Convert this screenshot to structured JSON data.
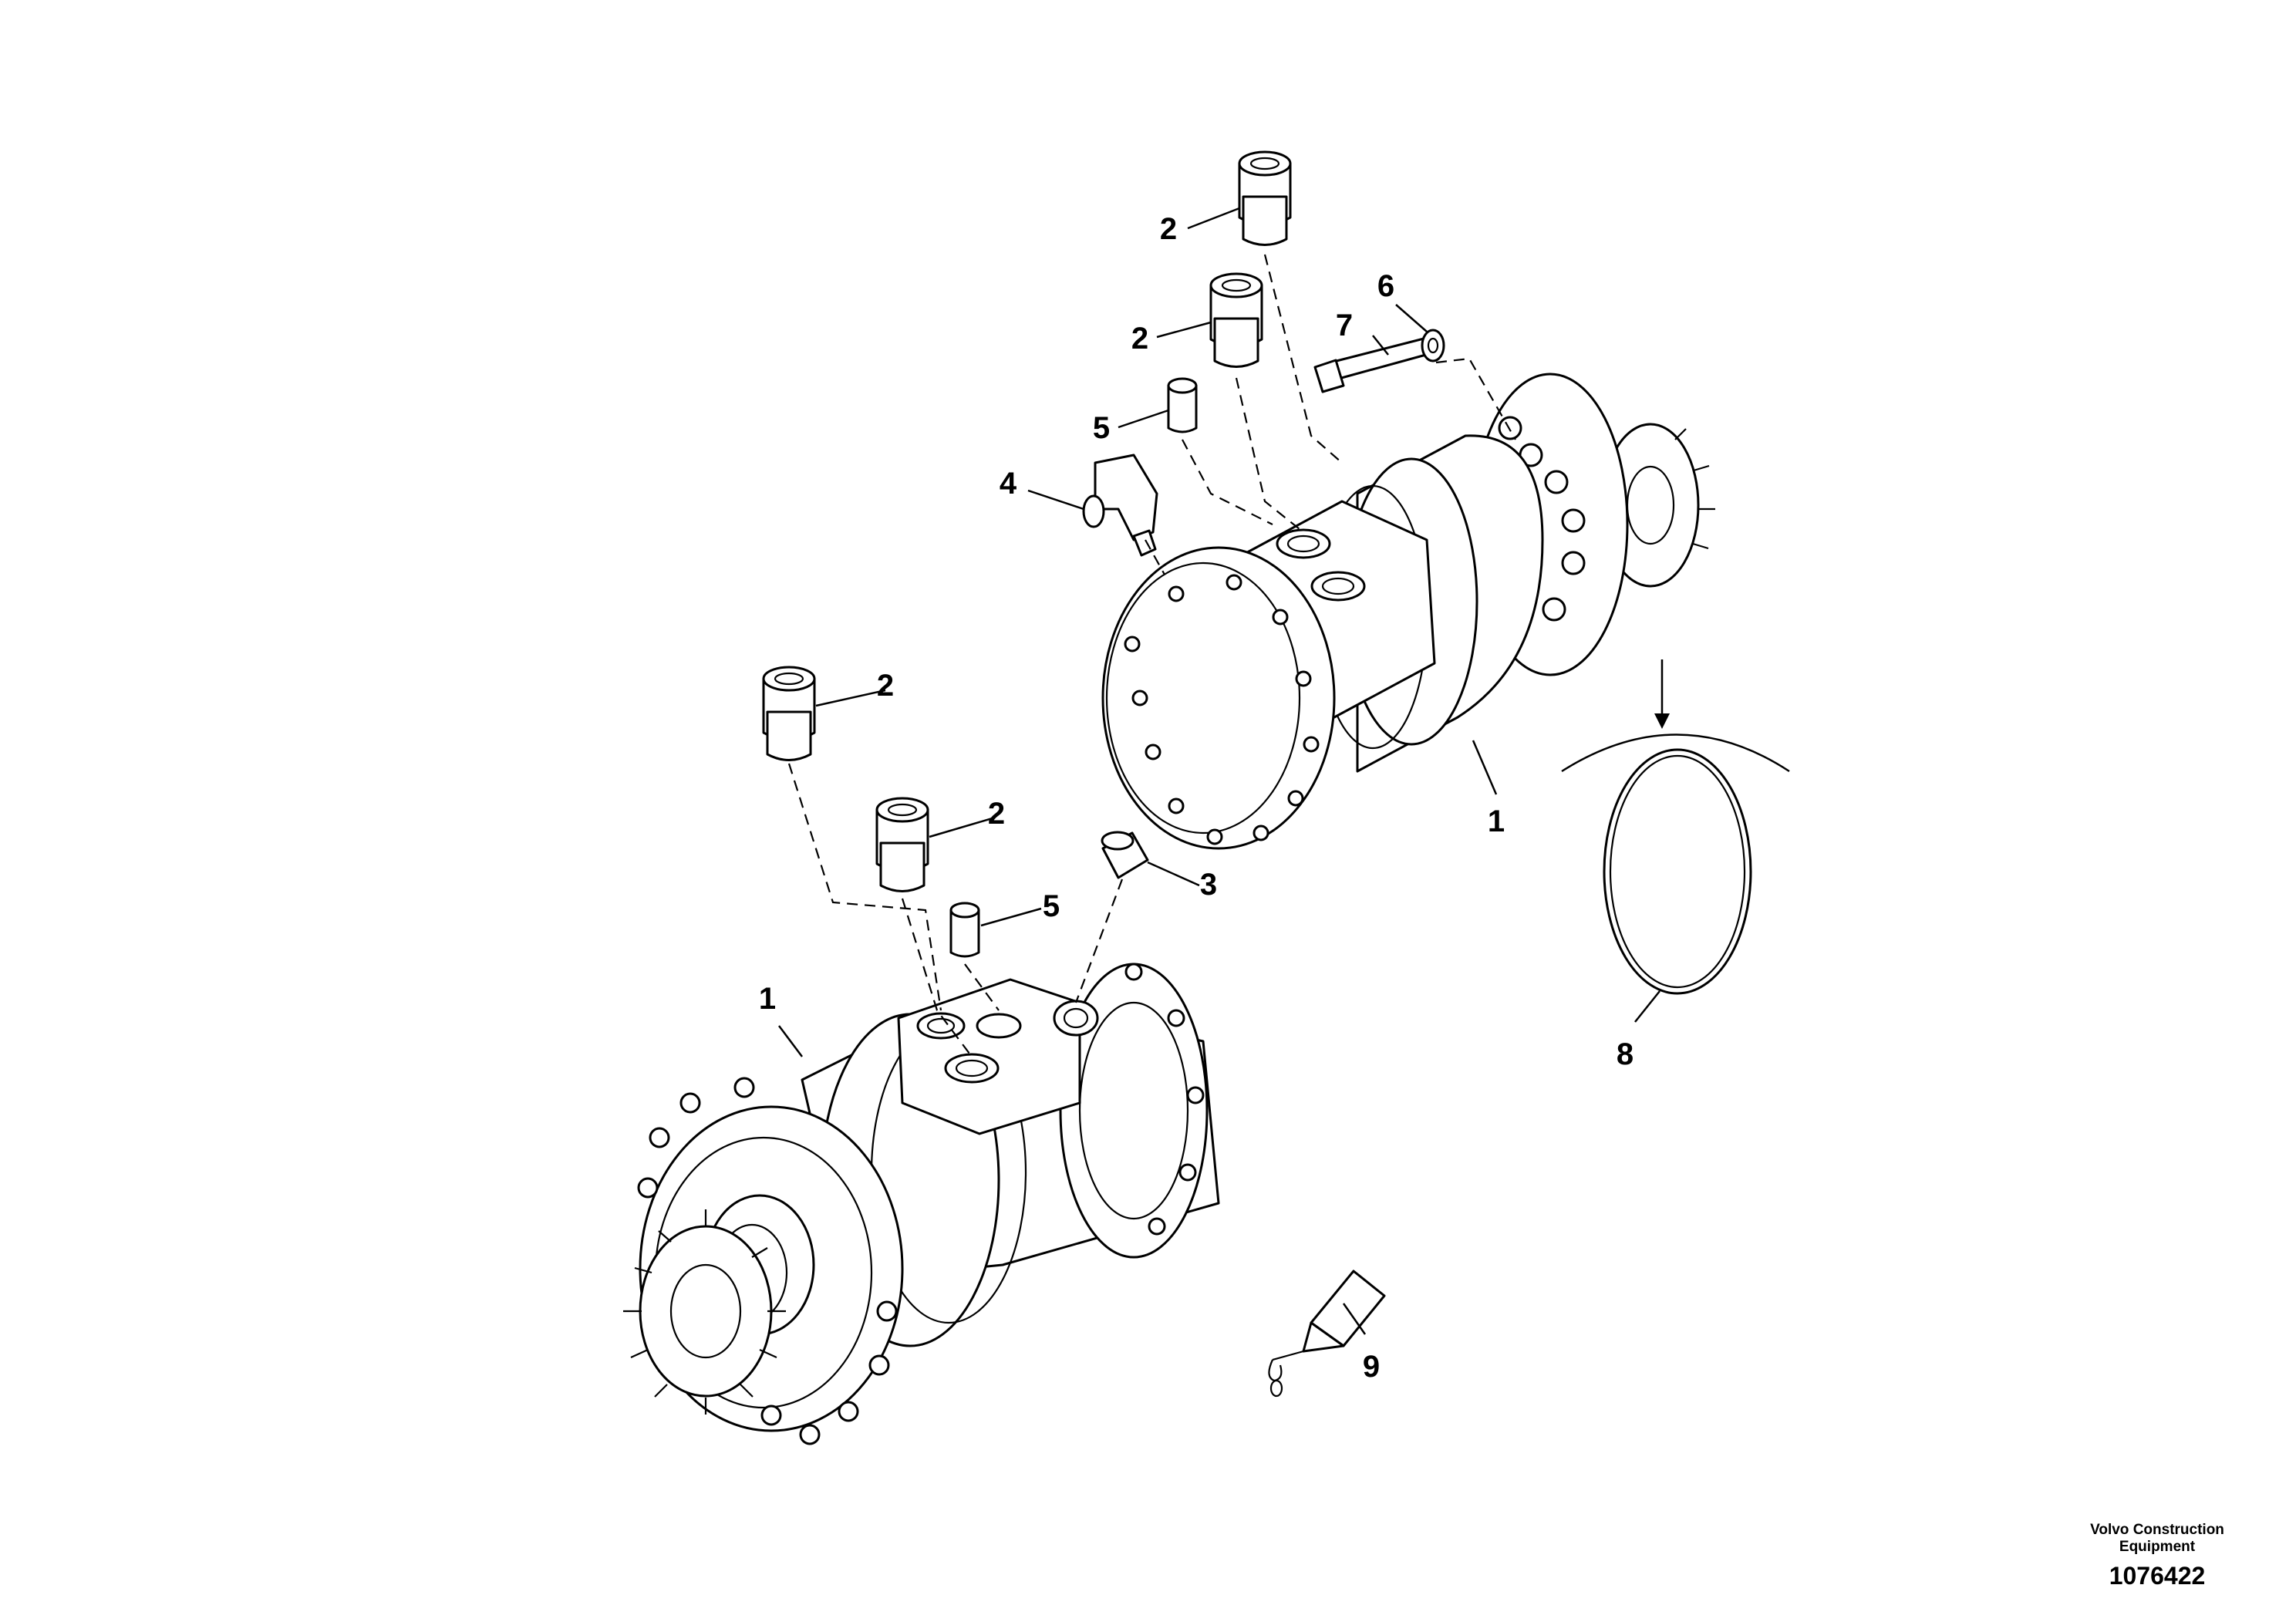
{
  "callouts": {
    "c1_lower": "1",
    "c1_upper": "1",
    "c2_a": "2",
    "c2_b": "2",
    "c2_c": "2",
    "c2_d": "2",
    "c3": "3",
    "c4": "4",
    "c5_upper": "5",
    "c5_lower": "5",
    "c6": "6",
    "c7": "7",
    "c8": "8",
    "c9": "9"
  },
  "footer": {
    "brand_line1": "Volvo Construction",
    "brand_line2": "Equipment",
    "document_number": "1076422"
  }
}
